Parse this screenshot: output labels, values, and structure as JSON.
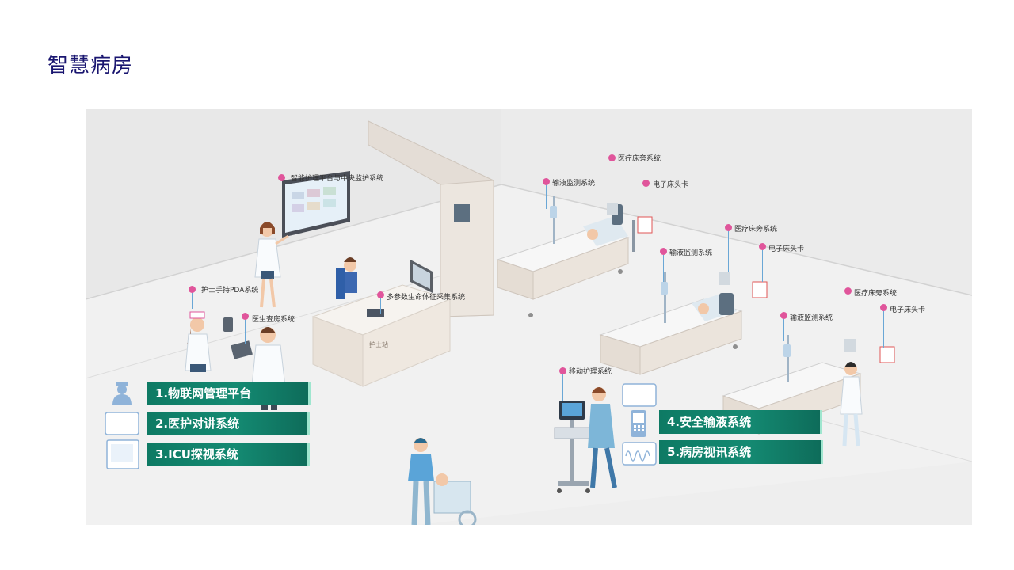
{
  "page": {
    "title": "智慧病房"
  },
  "scene": {
    "callouts": [
      {
        "key": "nurse_platform",
        "label": "智能护理平台与中央监护系统"
      },
      {
        "key": "nurse_pda",
        "label": "护士手持PDA系统"
      },
      {
        "key": "doctor_rounds",
        "label": "医生查房系统"
      },
      {
        "key": "vital_signs",
        "label": "多参数生命体征采集系统"
      },
      {
        "key": "mobile_care",
        "label": "移动护理系统"
      },
      {
        "key": "infusion_1",
        "label": "输液监测系统"
      },
      {
        "key": "bedside_1",
        "label": "医疗床旁系统"
      },
      {
        "key": "ecard_1",
        "label": "电子床头卡"
      },
      {
        "key": "infusion_2",
        "label": "输液监测系统"
      },
      {
        "key": "bedside_2",
        "label": "医疗床旁系统"
      },
      {
        "key": "ecard_2",
        "label": "电子床头卡"
      },
      {
        "key": "infusion_3",
        "label": "输液监测系统"
      },
      {
        "key": "bedside_3",
        "label": "医疗床旁系统"
      },
      {
        "key": "ecard_3",
        "label": "电子床头卡"
      }
    ],
    "desk_sign": "护士站"
  },
  "banners": {
    "b1": "1.物联网管理平台",
    "b2": "2.医护对讲系统",
    "b3": "3.ICU探视系统",
    "b4": "4.安全输液系统",
    "b5": "5.病房视讯系统"
  },
  "icons": {
    "b1": "nurse-avatar-icon",
    "b2": "intercom-panel-icon",
    "b3": "monitor-screen-icon",
    "b4": "mobile-phone-icon",
    "b5": "waveform-icon",
    "b5_top": "display-panel-icon"
  },
  "colors": {
    "title": "#1a1670",
    "banner": "#0e7a64",
    "pin": "#e0559b",
    "background": "#eeeeee"
  }
}
